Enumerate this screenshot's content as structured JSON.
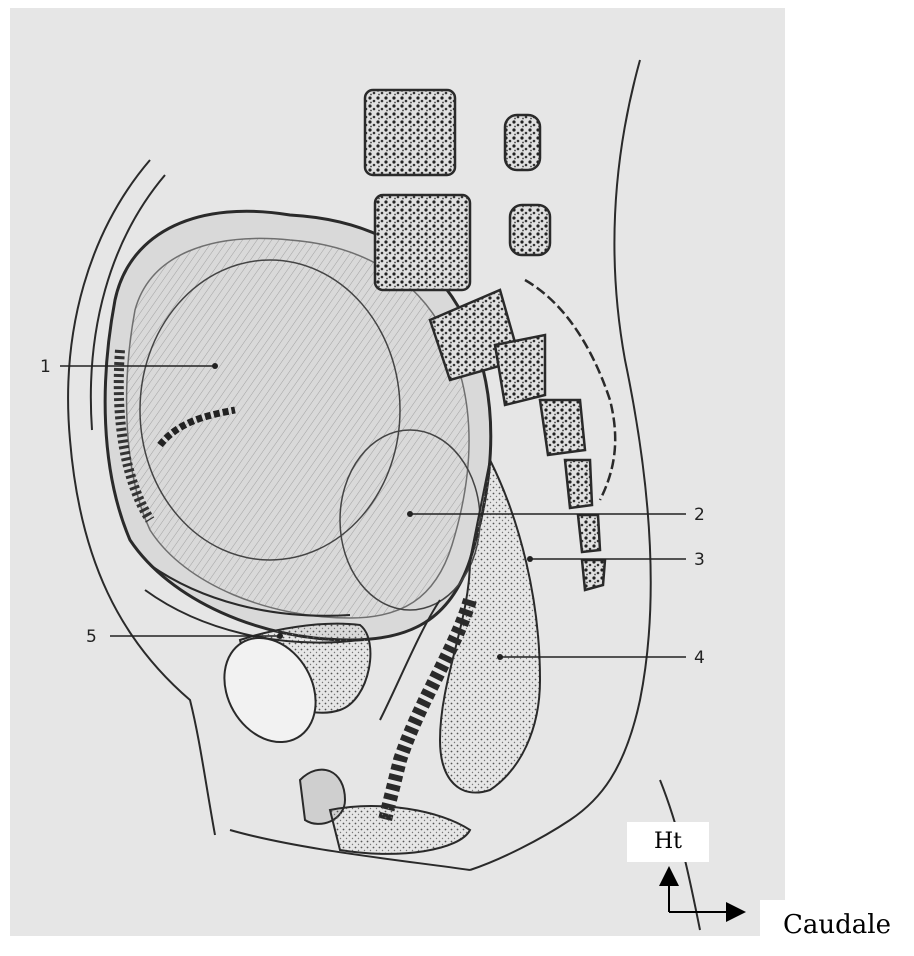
{
  "diagram": {
    "labels": [
      {
        "id": "1",
        "text": "1"
      },
      {
        "id": "2",
        "text": "2"
      },
      {
        "id": "3",
        "text": "3"
      },
      {
        "id": "4",
        "text": "4"
      },
      {
        "id": "5",
        "text": "5"
      }
    ]
  },
  "orientation": {
    "up_label": "Ht",
    "right_label": "Caudale"
  },
  "colors": {
    "paper": "#e6e6e6",
    "ink": "#2a2a2a",
    "background": "#ffffff"
  },
  "icons": [
    "orientation-arrow-up-icon",
    "orientation-arrow-right-icon"
  ]
}
